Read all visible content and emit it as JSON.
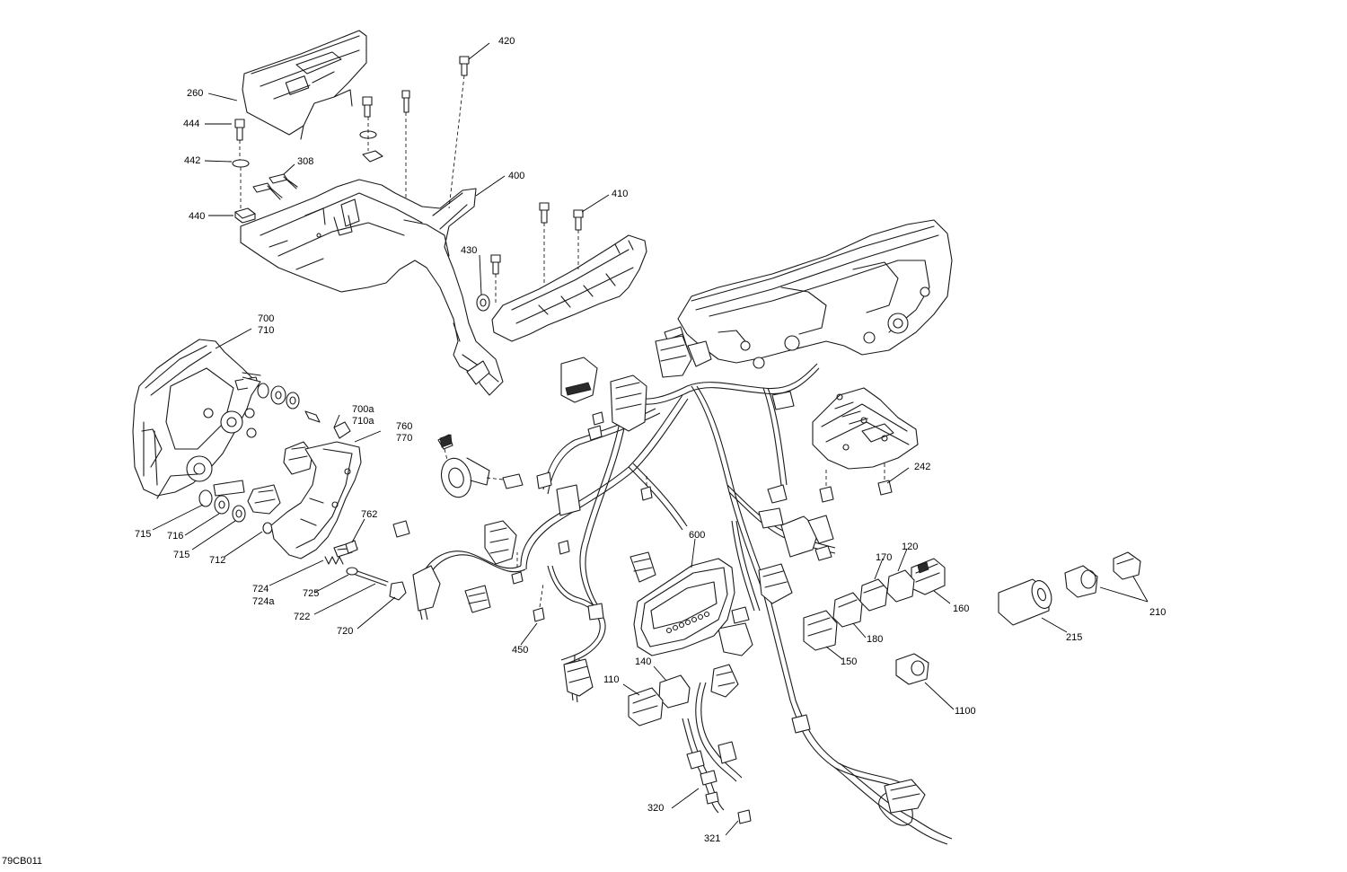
{
  "figure_ref": "79CB011",
  "callouts": {
    "c420": "420",
    "c260": "260",
    "c444": "444",
    "c442": "442",
    "c308": "308",
    "c400": "400",
    "c440": "440",
    "c410": "410",
    "c430": "430",
    "c700": "700",
    "c710": "710",
    "c700a": "700a",
    "c710a": "710a",
    "c760": "760",
    "c770": "770",
    "c242": "242",
    "c715a": "715",
    "c716": "716",
    "c715b": "715",
    "c712": "712",
    "c762": "762",
    "c600": "600",
    "c170": "170",
    "c120": "120",
    "c724": "724",
    "c724a": "724a",
    "c725": "725",
    "c722": "722",
    "c720": "720",
    "c160": "160",
    "c210": "210",
    "c215": "215",
    "c180": "180",
    "c450": "450",
    "c150": "150",
    "c140": "140",
    "c110": "110",
    "c1100": "1100",
    "c320": "320",
    "c321": "321"
  }
}
